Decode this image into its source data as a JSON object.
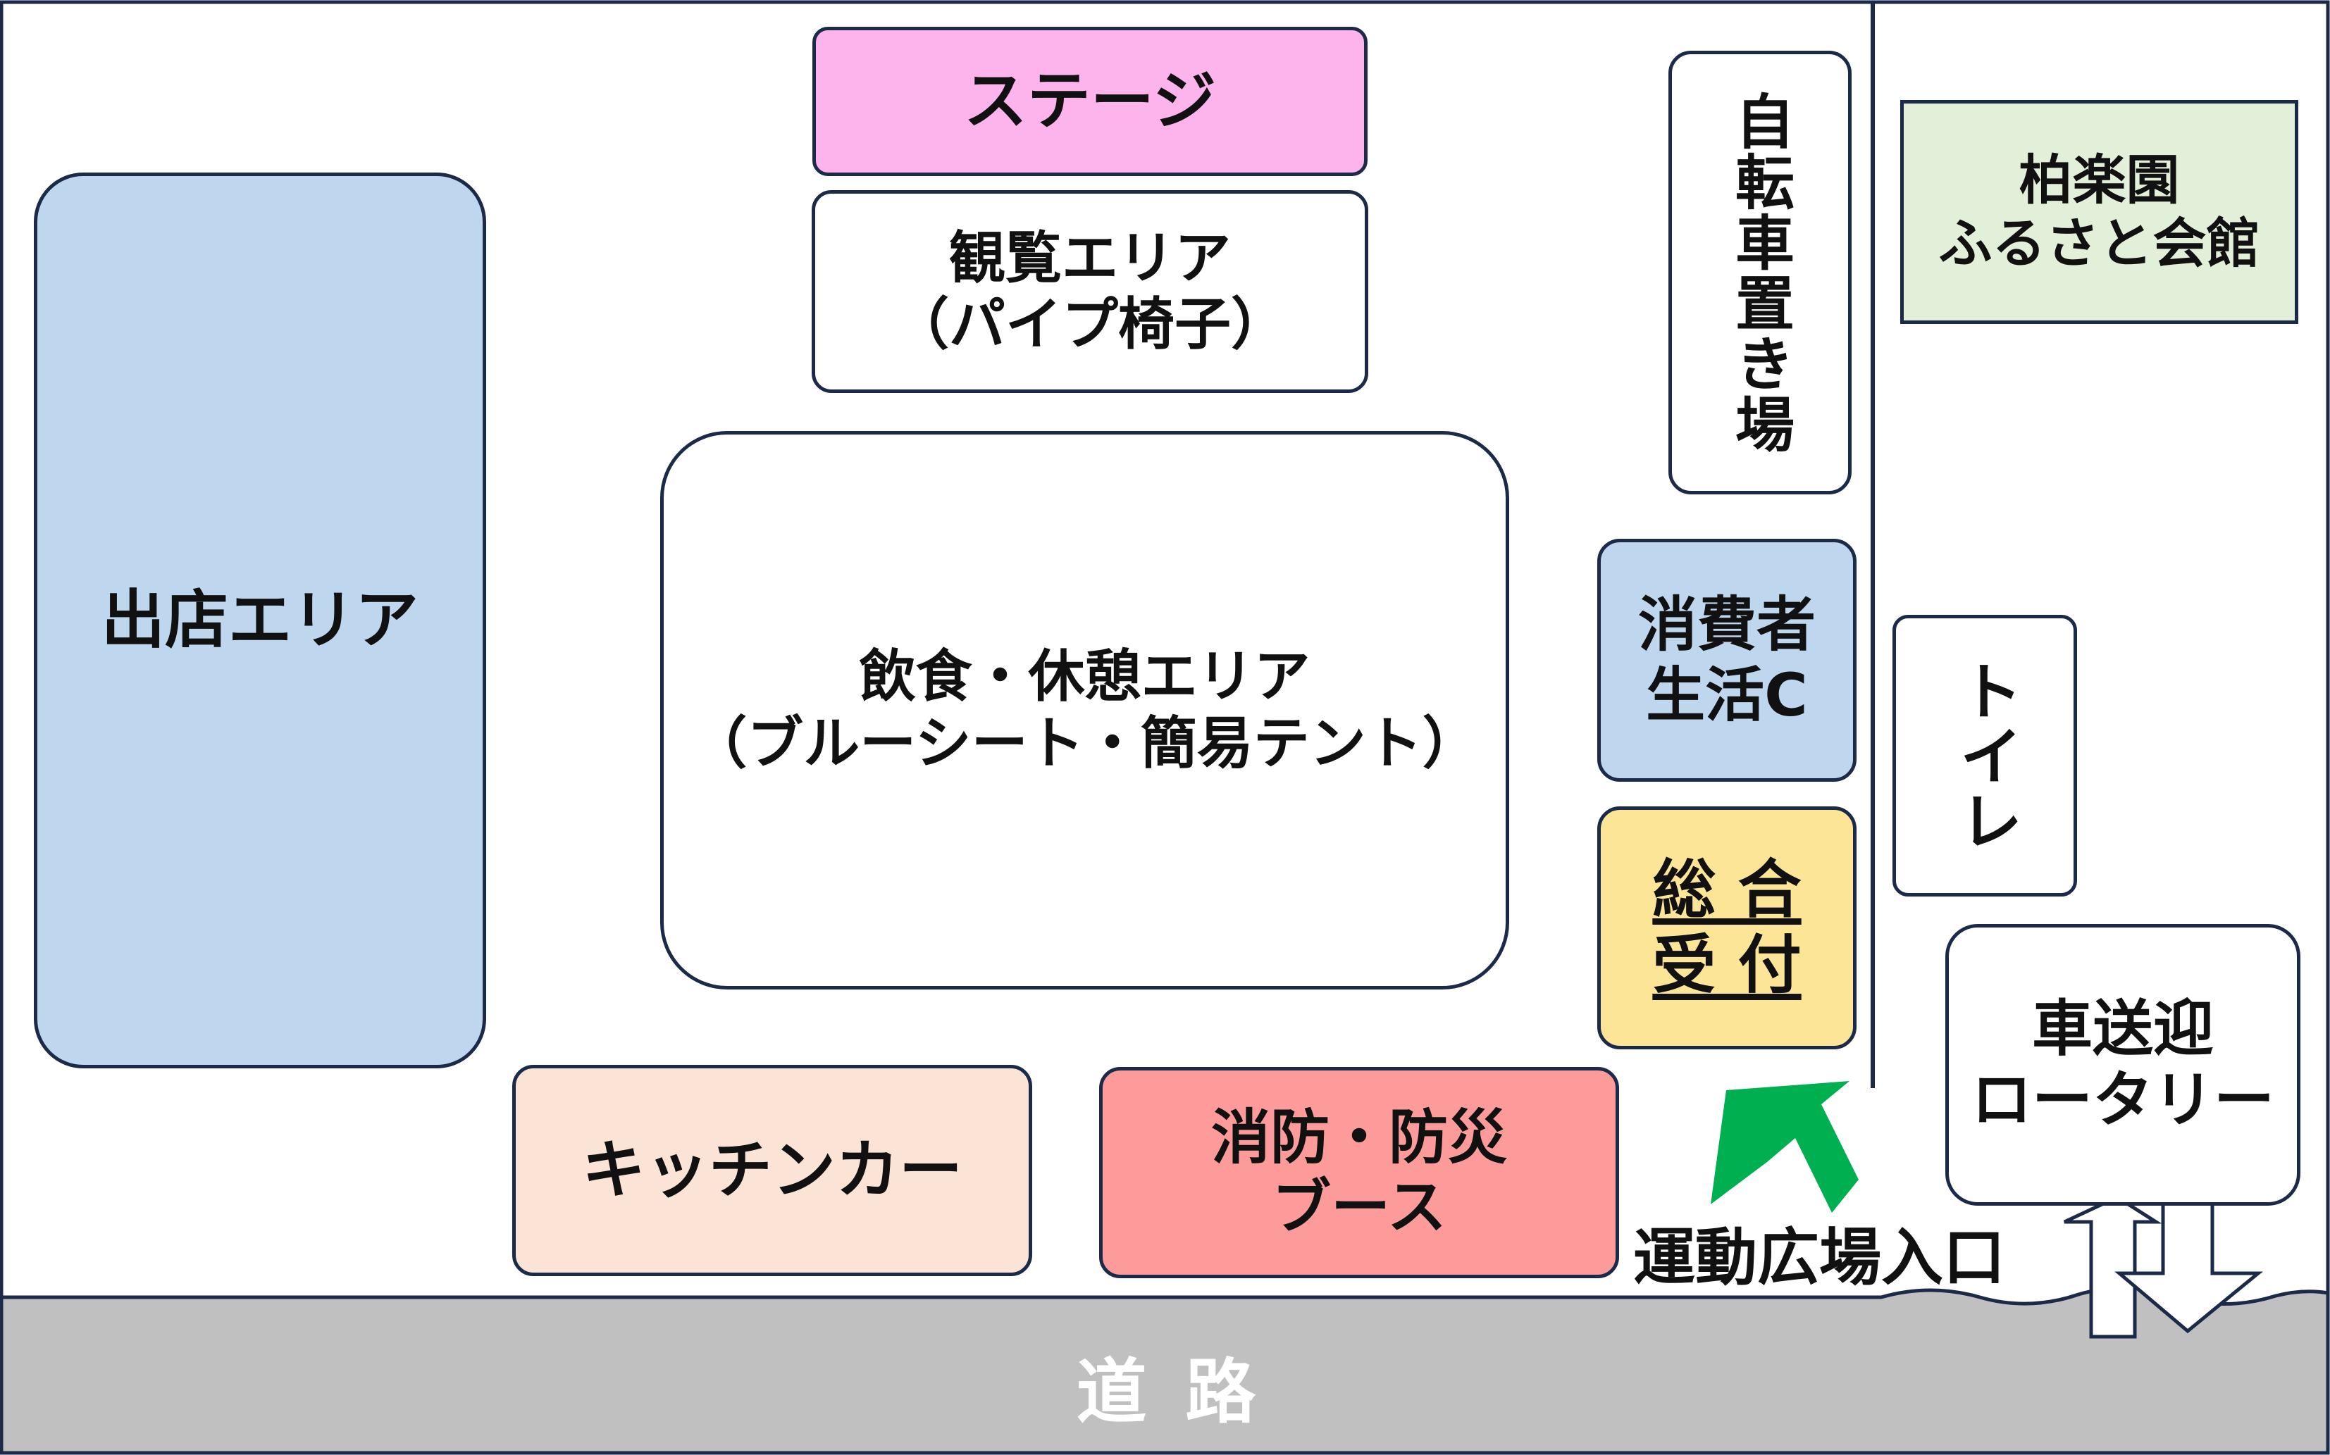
{
  "areas": {
    "stage": "ステージ",
    "viewing": "観覧エリア\n（パイプ椅子）",
    "vendor": "出店エリア",
    "food_rest": "飲食・休憩エリア\n（ブルーシート・簡易テント）",
    "kitchen_car": "キッチンカー",
    "fire_disaster": "消防・防災\nブース",
    "bicycle_parking": "自転車置き場",
    "consumer_center": "消費者\n生活C",
    "reception": "総 合\n受 付",
    "hall": "柏楽園\nふるさと会館",
    "toilet": "トイレ",
    "rotary": "車送迎\nロータリー"
  },
  "labels": {
    "entrance": "運動広場入口",
    "road": "道 路"
  },
  "colors": {
    "stage": "#fdb3ec",
    "vendor": "#bed7ee",
    "consumer_center": "#bed7ee",
    "reception": "#fde598",
    "hall": "#e2efd9",
    "kitchen_car": "#fbe4d6",
    "fire_disaster": "#fd9b9a",
    "road": "#c0c0c0",
    "entrance_arrow": "#00b050",
    "outline": "#1c2a4a"
  }
}
